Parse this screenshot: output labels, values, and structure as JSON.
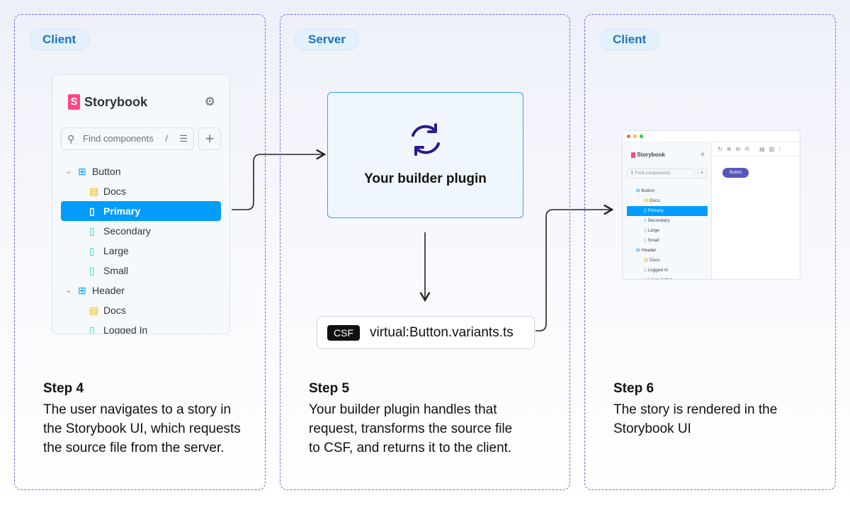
{
  "panels": [
    {
      "badge": "Client",
      "step": "Step 4",
      "text": "The user navigates to a story in the Storybook UI, which requests the source file from the server."
    },
    {
      "badge": "Server",
      "step": "Step 5",
      "text": "Your builder plugin handles that request, transforms the source file to CSF, and returns it to the client."
    },
    {
      "badge": "Client",
      "step": "Step 6",
      "text": "The story is rendered in the Storybook UI"
    }
  ],
  "storybook": {
    "logo": "Storybook",
    "search_placeholder": "Find components",
    "search_shortcut": "/",
    "tree": [
      {
        "label": "Button",
        "type": "component",
        "level": 0
      },
      {
        "label": "Docs",
        "type": "docs",
        "level": 1
      },
      {
        "label": "Primary",
        "type": "story",
        "level": 1,
        "selected": true
      },
      {
        "label": "Secondary",
        "type": "story",
        "level": 1
      },
      {
        "label": "Large",
        "type": "story",
        "level": 1
      },
      {
        "label": "Small",
        "type": "story",
        "level": 1
      },
      {
        "label": "Header",
        "type": "component",
        "level": 0
      },
      {
        "label": "Docs",
        "type": "docs",
        "level": 1
      },
      {
        "label": "Logged In",
        "type": "story",
        "level": 1
      },
      {
        "label": "Logged Out",
        "type": "story",
        "level": 1
      }
    ]
  },
  "server": {
    "builder_label": "Your builder plugin",
    "csf_tag": "CSF",
    "csf_file": "virtual:Button.variants.ts"
  },
  "preview": {
    "button_label": "Button"
  },
  "colors": {
    "selected": "#029cfd",
    "accent": "#6f68e8",
    "builder_icon": "#2a1a8a",
    "logo": "#ff4785",
    "preview_button": "#555ab9"
  }
}
